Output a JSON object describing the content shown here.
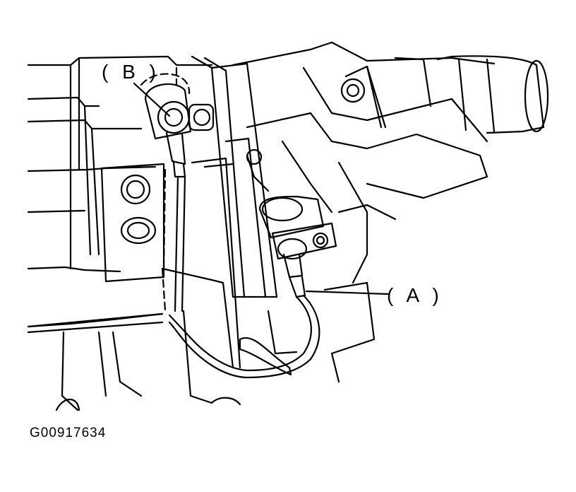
{
  "callouts": {
    "b": "( B )",
    "a": "( A )"
  },
  "figure_id": "G00917634",
  "colors": {
    "ink": "#000000",
    "paper": "#ffffff"
  }
}
